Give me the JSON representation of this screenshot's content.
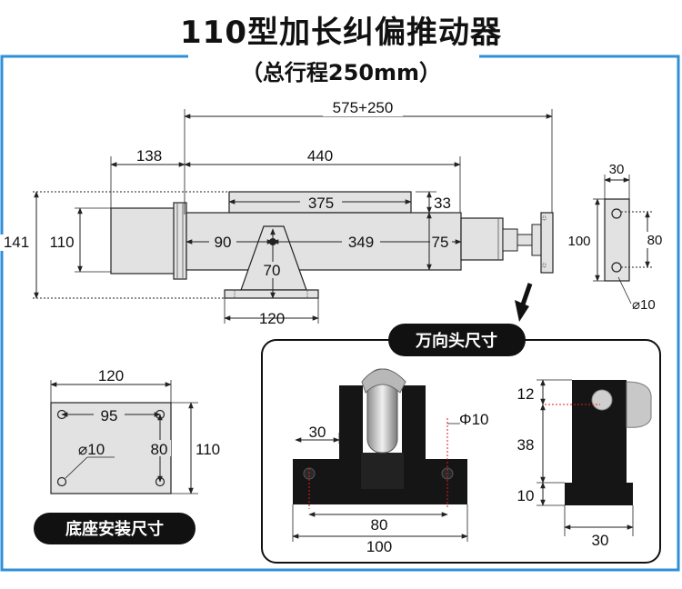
{
  "title": "110型加长纠偏推动器",
  "subtitle": "（总行程250mm）",
  "colors": {
    "frame": "#2f8fd8",
    "body": "#e2e2e2",
    "outline": "#222222",
    "label_bg": "#111111",
    "label_text": "#ffffff",
    "metal_dark": "#151515",
    "hole_mark": "#e01b1b"
  },
  "main_view": {
    "dims": {
      "overall": "575+250",
      "rear": "138",
      "body_len": "440",
      "top_plate": "375",
      "plate_h": "33",
      "height_total": "141",
      "height_body": "110",
      "to_mount": "90",
      "mount_to_front": "349",
      "front": "75",
      "mount_w": "70",
      "foot_w": "120"
    }
  },
  "clevis_side": {
    "width": "30",
    "height": "100",
    "hole_pitch": "80",
    "hole_dia": "⌀10"
  },
  "base_section": {
    "label": "底座安装尺寸",
    "width": "120",
    "hole_x": "95",
    "hole_y": "80",
    "height": "110",
    "hole_dia": "⌀10"
  },
  "universal_head": {
    "label": "万向头尺寸",
    "front": {
      "hole_dia": "Φ10",
      "pitch": "80",
      "width": "100",
      "ear": "30"
    },
    "side": {
      "top": "12",
      "mid": "38",
      "bottom": "10",
      "width": "30"
    }
  }
}
